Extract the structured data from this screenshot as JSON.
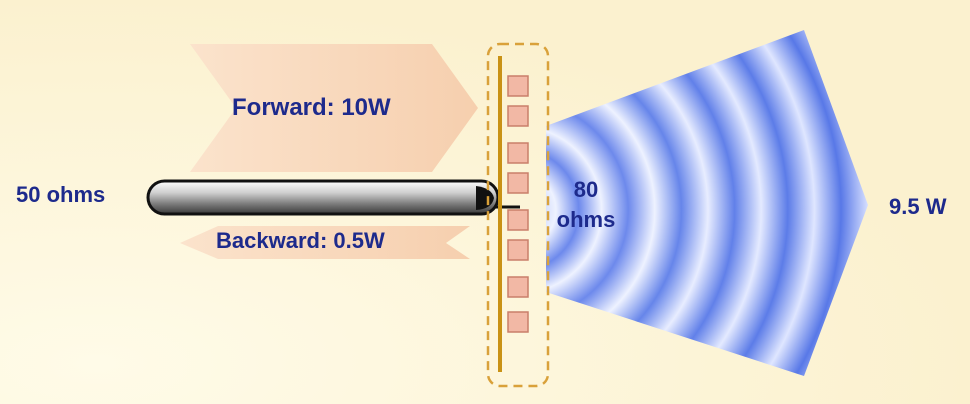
{
  "forward_power": "Forward: 10W",
  "backward_power": "Backward: 0.5W",
  "cable_impedance": "50 ohms",
  "antenna_impedance": [
    "80",
    "ohms"
  ],
  "radiated_power": "9.5 W",
  "colors": {
    "background": "#fdf6dc",
    "arrow_fill": "#f7d7b8",
    "text": "#1d2a8c",
    "wave_dark": "#5b78e8",
    "wave_light": "#eef2ff",
    "antenna_element": "#f2b8a5",
    "antenna_border": "#d9a13a"
  }
}
